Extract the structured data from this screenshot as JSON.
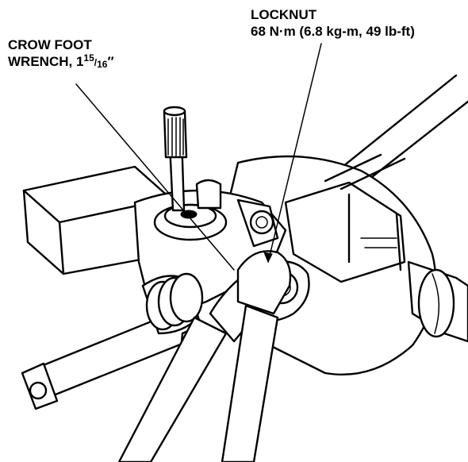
{
  "labels": {
    "crow_foot": {
      "line1": "CROW FOOT",
      "line2_prefix": "WRENCH, 1",
      "fraction_numerator": "15",
      "fraction_slash": "/",
      "fraction_denominator": "16",
      "inch_mark": "″"
    },
    "locknut": {
      "line1": "LOCKNUT",
      "line2": "68 N·m (6.8 kg-m, 49 lb-ft)"
    }
  },
  "colors": {
    "ink": "#000000",
    "paper": "#ffffff"
  }
}
